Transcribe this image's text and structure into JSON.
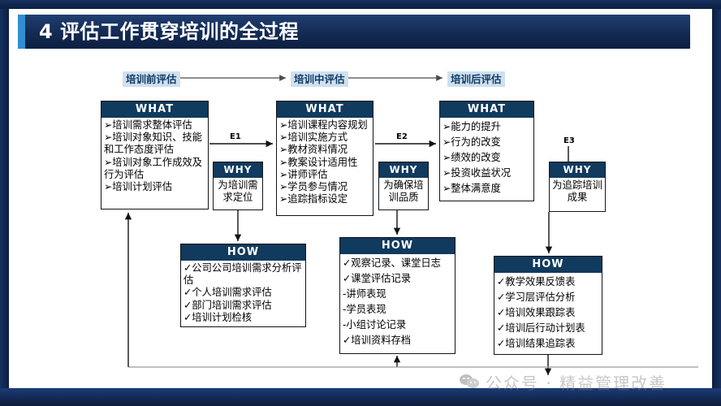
{
  "slide": {
    "title": "4 评估工作贯穿培训的全过程",
    "accent_color": "#2f8fd0",
    "header_color": "#103a5e",
    "stage_chip_color": "#cfe0f0"
  },
  "stages": [
    {
      "label": "培训前评估"
    },
    {
      "label": "培训中评估"
    },
    {
      "label": "培训后评估"
    }
  ],
  "edge_labels": [
    {
      "label": "E1"
    },
    {
      "label": "E2"
    },
    {
      "label": "E3"
    }
  ],
  "columns": [
    {
      "what": {
        "header": "WHAT",
        "items": [
          "➢培训需求整体评估",
          "➢培训对象知识、技能和工作态度评估",
          "➢培训对象工作成效及行为评估",
          "➢培训计划评估"
        ]
      },
      "why": {
        "header": "WHY",
        "text": "为培训需求定位"
      },
      "how": {
        "header": "HOW",
        "items": [
          "✓公司公司培训需求分析评估",
          "✓个人培训需求评估",
          "✓部门培训需求评估",
          "✓培训计划检核"
        ]
      }
    },
    {
      "what": {
        "header": "WHAT",
        "items": [
          "➢培训课程内容规划",
          "➢培训实施方式",
          "➢教材资料情况",
          "➢教案设计适用性",
          "➢讲师评估",
          "➢学员参与情况",
          "➢追踪指标设定"
        ]
      },
      "why": {
        "header": "WHY",
        "text": "为确保培训品质"
      },
      "how": {
        "header": "HOW",
        "items": [
          "✓观察记录、课堂日志",
          "✓课堂评估记录",
          "-讲师表现",
          "-学员表现",
          "-小组讨论记录",
          "✓培训资料存档"
        ]
      }
    },
    {
      "what": {
        "header": "WHAT",
        "items": [
          "➢能力的提升",
          "➢行为的改变",
          "➢绩效的改变",
          "➢投资收益状况",
          "➢整体满意度"
        ]
      },
      "why": {
        "header": "WHY",
        "text": "为追踪培训成果"
      },
      "how": {
        "header": "HOW",
        "items": [
          "✓教学效果反馈表",
          "✓学习层评估分析",
          "✓培训效果跟踪表",
          "✓培训后行动计划表",
          "✓培训结果追踪表"
        ]
      }
    }
  ],
  "watermark": {
    "icon": "wechat-icon",
    "text": "公众号 · 精益管理改善"
  }
}
